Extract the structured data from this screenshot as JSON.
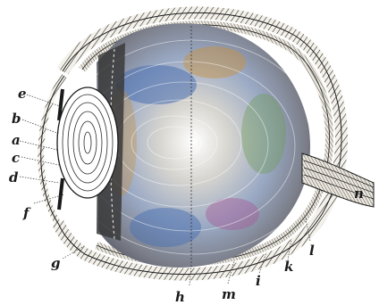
{
  "figure": {
    "labels": {
      "a": "a",
      "b": "b",
      "c": "c",
      "d": "d",
      "e": "e",
      "f": "f",
      "g": "g",
      "h": "h",
      "i": "i",
      "k": "k",
      "l": "l",
      "m": "m",
      "n": "n"
    }
  },
  "colors": {
    "ink": "#1a1a1a",
    "paper": "#ffffff",
    "vitreous_blue": "#4a6fb0",
    "vitreous_orange": "#c9903a",
    "vitreous_green": "#6f9a55",
    "vitreous_magenta": "#a65a9a"
  }
}
